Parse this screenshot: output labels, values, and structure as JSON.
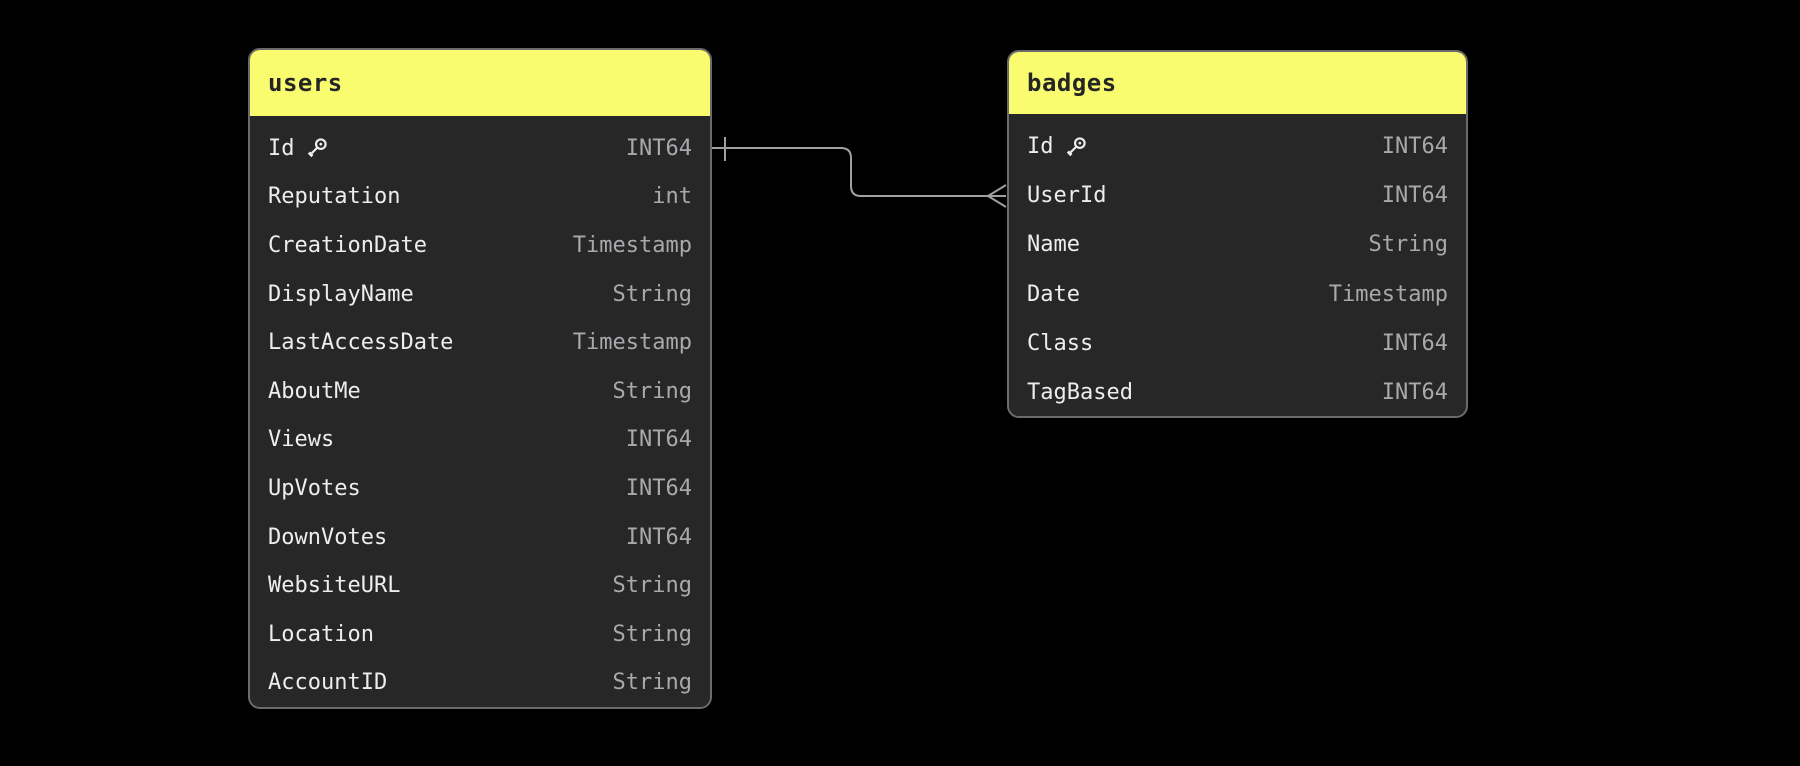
{
  "diagram": {
    "canvas": {
      "background": "#000000"
    },
    "colors": {
      "header_bg": "#fafc70",
      "header_text": "#252525",
      "table_bg": "#272727",
      "table_border": "#6b6b6b",
      "field_name": "#ededed",
      "field_type": "#a9a9ad",
      "edge": "#a0a0a0"
    },
    "tables": [
      {
        "id": "users",
        "title": "users",
        "columns": [
          {
            "name": "Id",
            "type": "INT64",
            "key": true
          },
          {
            "name": "Reputation",
            "type": "int",
            "key": false
          },
          {
            "name": "CreationDate",
            "type": "Timestamp",
            "key": false
          },
          {
            "name": "DisplayName",
            "type": "String",
            "key": false
          },
          {
            "name": "LastAccessDate",
            "type": "Timestamp",
            "key": false
          },
          {
            "name": "AboutMe",
            "type": "String",
            "key": false
          },
          {
            "name": "Views",
            "type": "INT64",
            "key": false
          },
          {
            "name": "UpVotes",
            "type": "INT64",
            "key": false
          },
          {
            "name": "DownVotes",
            "type": "INT64",
            "key": false
          },
          {
            "name": "WebsiteURL",
            "type": "String",
            "key": false
          },
          {
            "name": "Location",
            "type": "String",
            "key": false
          },
          {
            "name": "AccountID",
            "type": "String",
            "key": false
          }
        ]
      },
      {
        "id": "badges",
        "title": "badges",
        "columns": [
          {
            "name": "Id",
            "type": "INT64",
            "key": true
          },
          {
            "name": "UserId",
            "type": "INT64",
            "key": false
          },
          {
            "name": "Name",
            "type": "String",
            "key": false
          },
          {
            "name": "Date",
            "type": "Timestamp",
            "key": false
          },
          {
            "name": "Class",
            "type": "INT64",
            "key": false
          },
          {
            "name": "TagBased",
            "type": "INT64",
            "key": false
          }
        ]
      }
    ],
    "relationships": [
      {
        "from_table": "users",
        "from_column": "Id",
        "to_table": "badges",
        "to_column": "UserId",
        "from_cardinality": "one",
        "to_cardinality": "many"
      }
    ]
  }
}
